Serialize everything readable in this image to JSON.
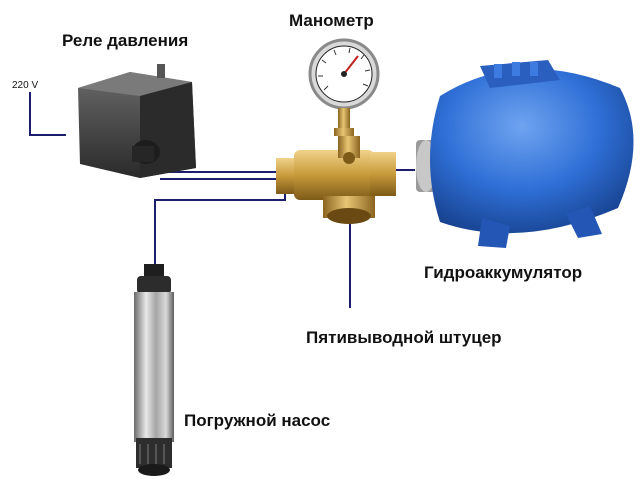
{
  "labels": {
    "pressure_switch": "Реле давления",
    "gauge": "Манометр",
    "accumulator": "Гидроаккумулятор",
    "fitting": "Пятивыводной штуцер",
    "pump": "Погружной насос",
    "voltage": "220 V"
  },
  "colors": {
    "wire": "#1c1e6e",
    "tank_blue": "#2f6fd6",
    "brass": "#c79a3a",
    "relay_body": "#3a3a3a",
    "pump_steel": "#b8b8b8"
  }
}
